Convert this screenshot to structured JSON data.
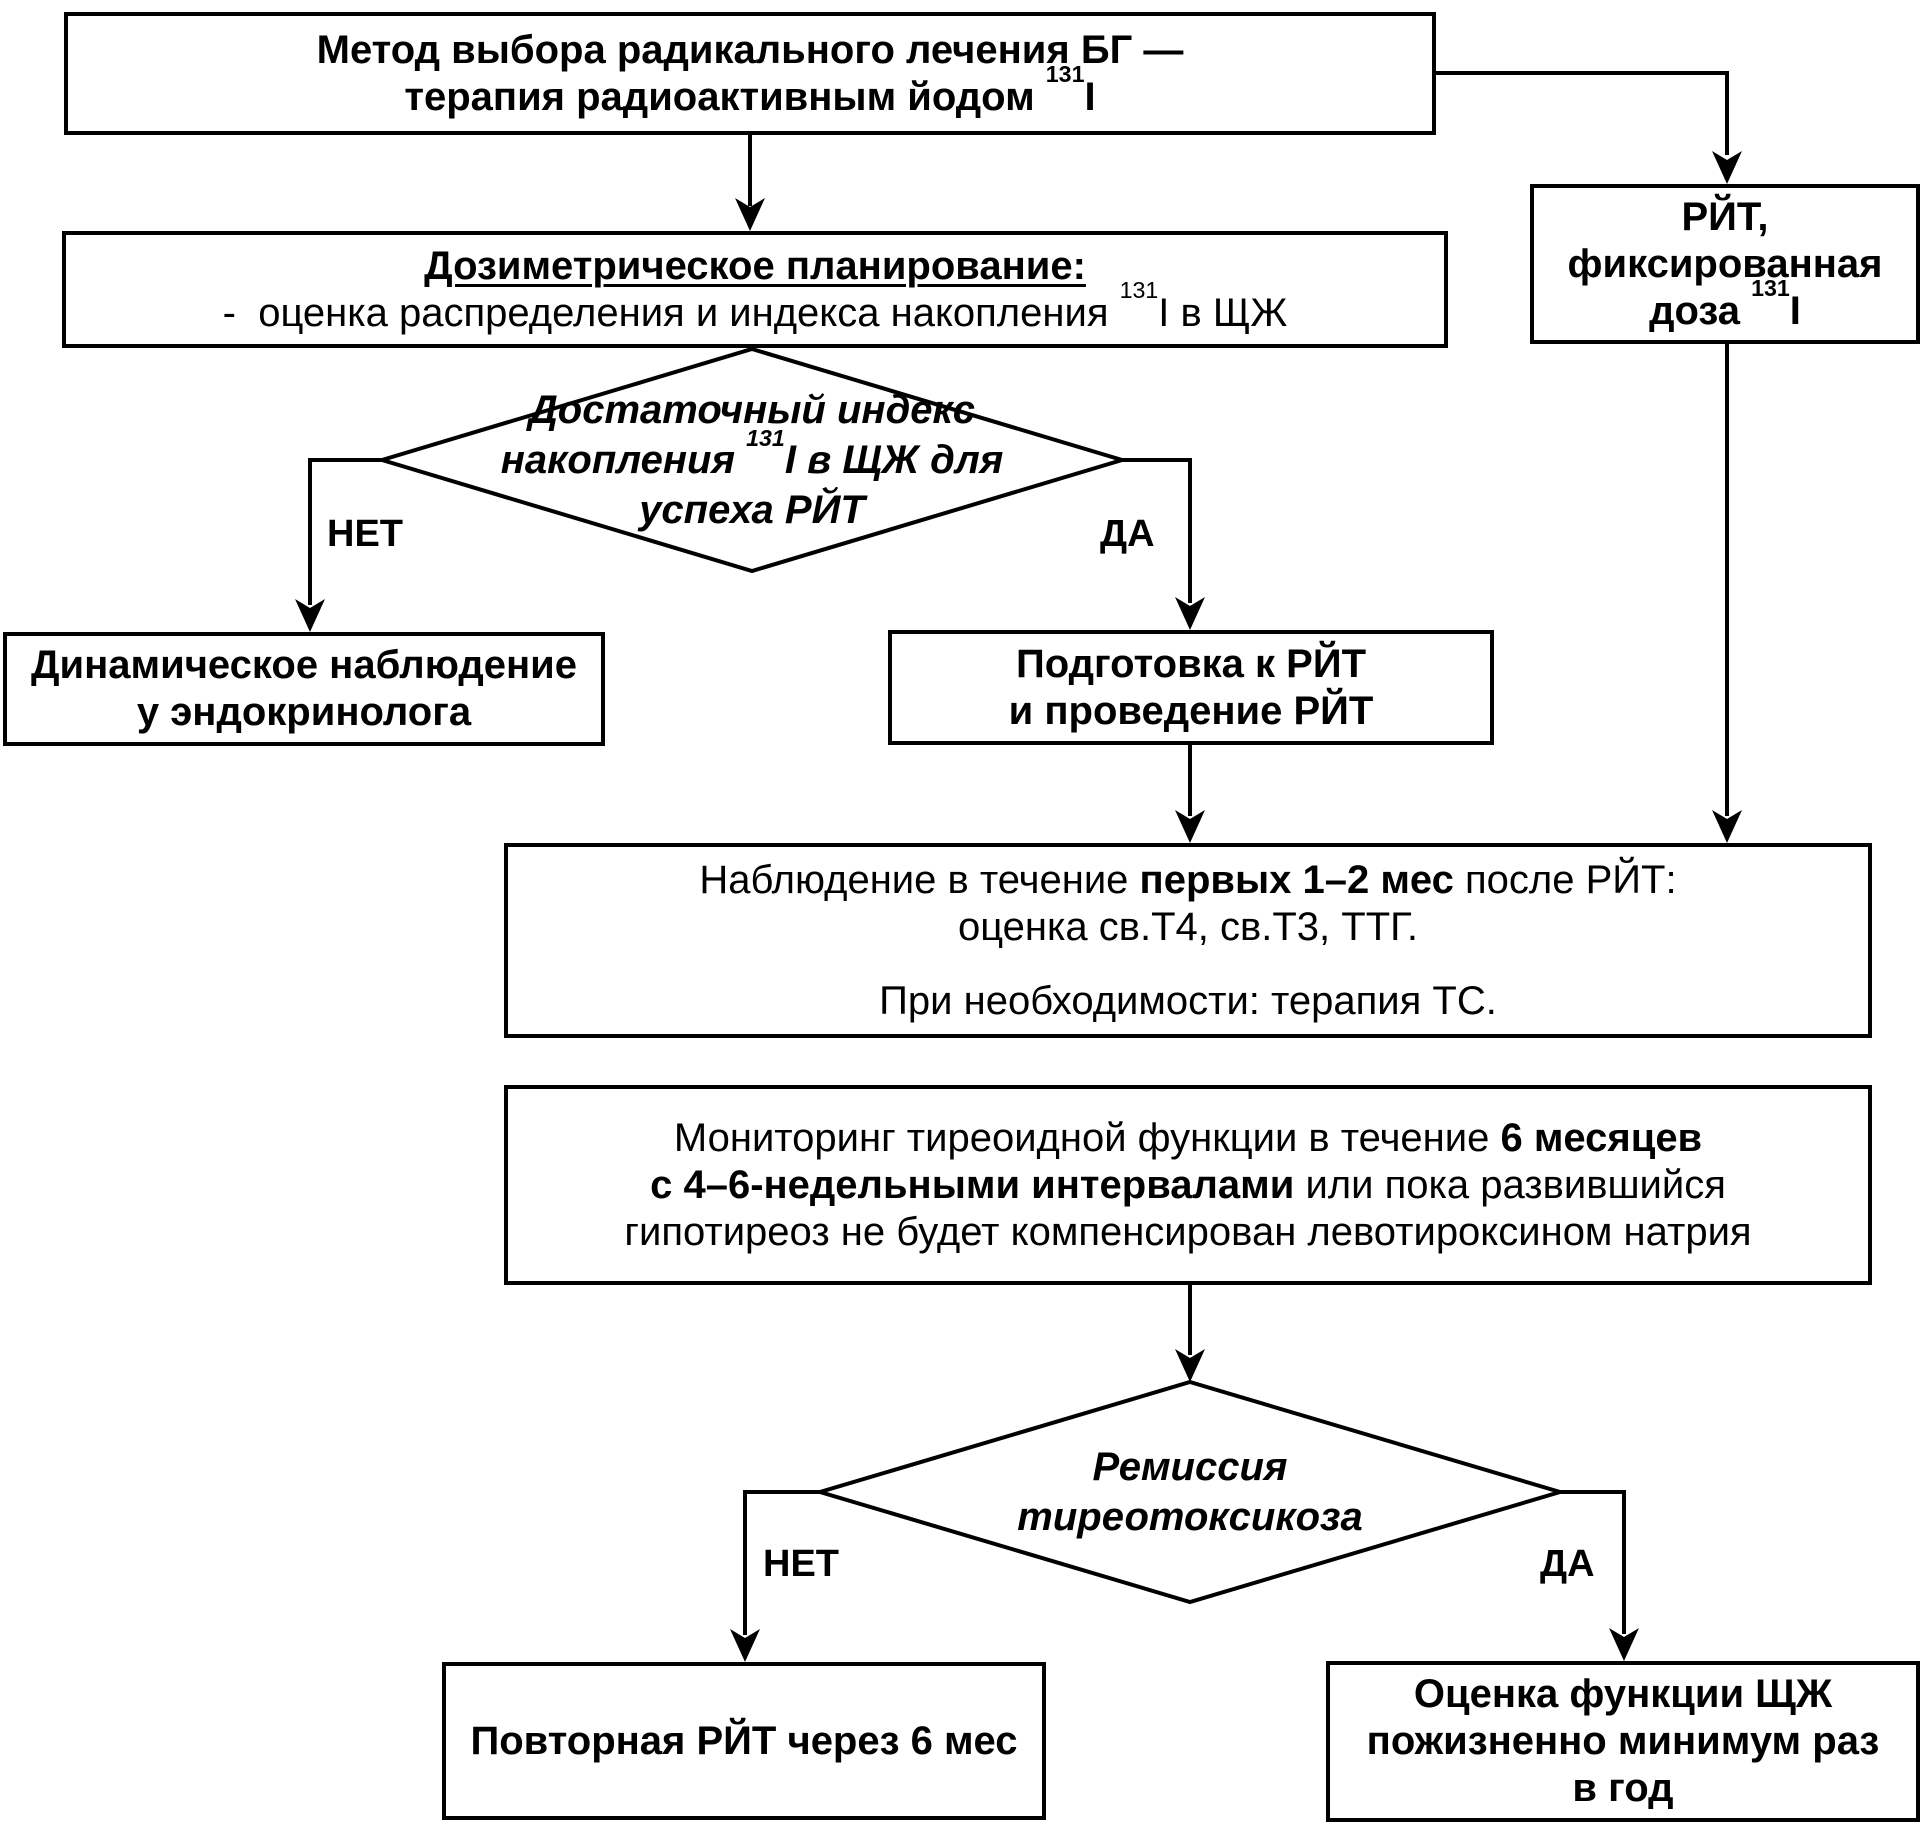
{
  "labels": {
    "yes": "ДА",
    "no": "НЕТ",
    "iso_sup": "131",
    "iso_symbol": "I"
  },
  "nodes": {
    "method": {
      "line1": "Метод выбора радикального лечения БГ —",
      "line2_pre": "терапия радиоактивным йодом "
    },
    "dosimetry": {
      "title": "Дозиметрическое планирование:",
      "item_pre": "-  оценка распределения и индекса накопления ",
      "item_post": " в ЩЖ"
    },
    "rit_fixed": {
      "line1": "РЙТ,",
      "line2": "фиксированная",
      "line3_pre": "доза "
    },
    "uptake_decision": {
      "line1": "Достаточный индекс",
      "line2_pre": "накопления ",
      "line2_post": " в ЩЖ для",
      "line3": "успеха РЙТ"
    },
    "dynamic_observation": {
      "line1": "Динамическое наблюдение",
      "line2": "у эндокринолога"
    },
    "preparation": {
      "line1": "Подготовка к РЙТ",
      "line2": "и проведение РЙТ"
    },
    "observation": {
      "line1_pre": "Наблюдение в течение ",
      "line1_bold": "первых 1–2 мес",
      "line1_post": " после РЙТ:",
      "line2": "оценка св.Т4, св.Т3, ТТГ.",
      "line3": "При необходимости: терапия ТС."
    },
    "monitoring": {
      "line1_pre": "Мониторинг тиреоидной функции в течение ",
      "line1_bold": "6 месяцев",
      "line2_bold": "с 4–6-недельными интервалами",
      "line2_post": " или пока развившийся",
      "line3": "гипотиреоз не будет компенсирован левотироксином натрия"
    },
    "remission_decision": {
      "line1": "Ремиссия",
      "line2": "тиреотоксикоза"
    },
    "repeat_rit": {
      "line1": "Повторная РЙТ через 6 мес"
    },
    "lifelong_eval": {
      "line1": "Оценка функции ЩЖ",
      "line2": "пожизненно минимум раз",
      "line3": "в год"
    }
  },
  "colors": {
    "line": "#000000",
    "background": "#ffffff",
    "text": "#000000"
  }
}
